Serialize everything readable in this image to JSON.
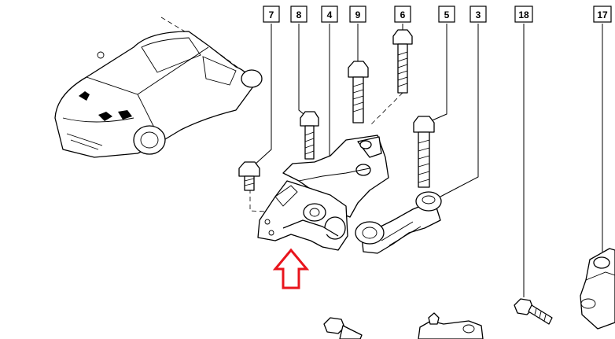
{
  "callouts": [
    {
      "label": "7"
    },
    {
      "label": "8"
    },
    {
      "label": "4"
    },
    {
      "label": "9"
    },
    {
      "label": "6"
    },
    {
      "label": "5"
    },
    {
      "label": "3"
    },
    {
      "label": "18"
    },
    {
      "label": "17"
    }
  ],
  "colors": {
    "arrow": "#e8141c",
    "line": "#000000",
    "background": "#ffffff"
  },
  "icons": {
    "location_arrow": "red-up-arrow-icon",
    "vehicle": "car-outline-icon"
  }
}
